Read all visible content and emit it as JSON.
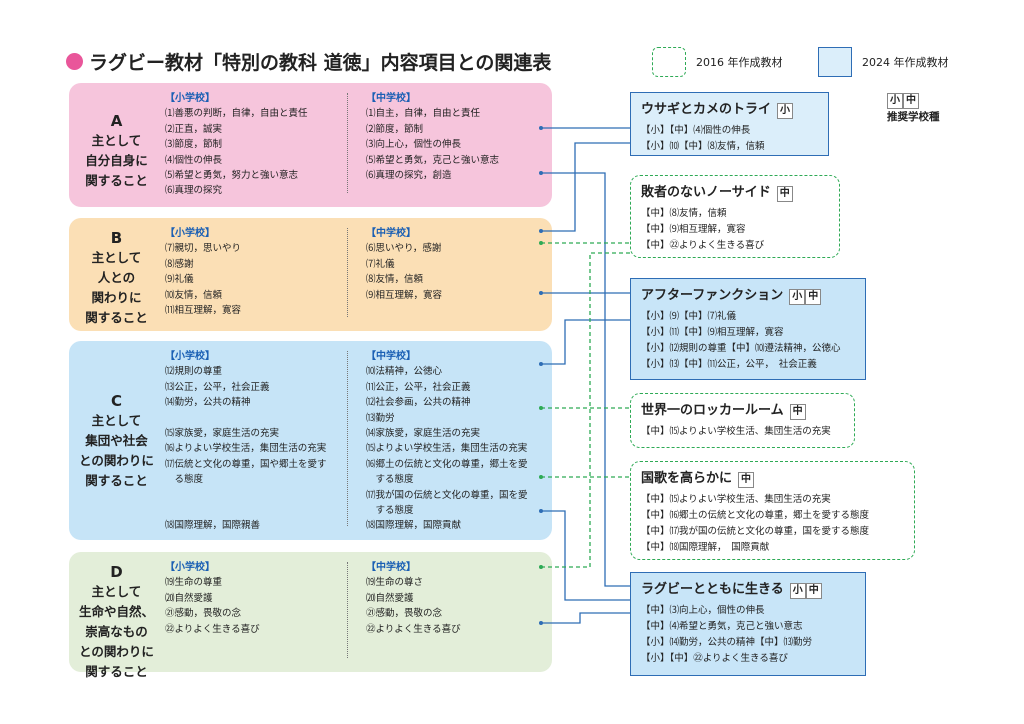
{
  "title": "ラグビー教材「特別の教科 道徳」内容項目との関連表",
  "legend": {
    "old": "2016 年作成教材",
    "new": "2024 年作成教材"
  },
  "recommend": {
    "tag1": "小",
    "tag2": "中",
    "label": "推奨学校種"
  },
  "categories": [
    {
      "letter": "A",
      "lines": [
        "主として",
        "自分自身に",
        "関すること"
      ],
      "elem_head": "【小学校】",
      "elem": [
        "⑴善悪の判断，自律，自由と責任",
        "⑵正直，誠実",
        "⑶節度，節制",
        "⑷個性の伸長",
        "⑸希望と勇気，努力と強い意志",
        "⑹真理の探究"
      ],
      "mid_head": "【中学校】",
      "mid": [
        "⑴自主，自律，自由と責任",
        "⑵節度，節制",
        "⑶向上心，個性の伸長",
        "⑸希望と勇気，克己と強い意志",
        "⑹真理の探究，創造"
      ]
    },
    {
      "letter": "B",
      "lines": [
        "主として",
        "人との",
        "関わりに",
        "関すること"
      ],
      "elem_head": "【小学校】",
      "elem": [
        "⑺親切，思いやり",
        "⑻感謝",
        "⑼礼儀",
        "⑽友情，信頼",
        "⑾相互理解，寛容"
      ],
      "mid_head": "【中学校】",
      "mid": [
        "⑹思いやり，感謝",
        "⑺礼儀",
        "⑻友情，信頼",
        "⑼相互理解，寛容"
      ]
    },
    {
      "letter": "C",
      "lines": [
        "主として",
        "集団や社会",
        "との関わりに",
        "関すること"
      ],
      "elem_head": "【小学校】",
      "elem": [
        "⑿規則の尊重",
        "⒀公正，公平，社会正義",
        "⒁勤労，公共の精神",
        "",
        "⒂家族愛，家庭生活の充実",
        "⒃よりよい学校生活，集団生活の充実",
        "⒄伝統と文化の尊重，国や郷土を愛す",
        "　る態度",
        "",
        "",
        "⒅国際理解，国際親善"
      ],
      "mid_head": "【中学校】",
      "mid": [
        "⑽法精神，公徳心",
        "⑾公正，公平，社会正義",
        "⑿社会参画，公共の精神",
        "⒀勤労",
        "⒁家族愛，家庭生活の充実",
        "⒂よりよい学校生活，集団生活の充実",
        "⒃郷土の伝統と文化の尊重，郷土を愛",
        "　する態度",
        "⒄我が国の伝統と文化の尊重，国を愛",
        "　する態度",
        "⒅国際理解，国際貢献"
      ]
    },
    {
      "letter": "D",
      "lines": [
        "主として",
        "生命や自然、",
        "崇高なもの",
        "との関わりに",
        "関すること"
      ],
      "elem_head": "【小学校】",
      "elem": [
        "⒆生命の尊重",
        "⒇自然愛護",
        "㉑感動，畏敬の念",
        "㉒よりよく生きる喜び"
      ],
      "mid_head": "【中学校】",
      "mid": [
        "⒆生命の尊さ",
        "⒇自然愛護",
        "㉑感動，畏敬の念",
        "㉒よりよく生きる喜び"
      ]
    }
  ],
  "materials": [
    {
      "title": "ウサギとカメのトライ",
      "tags": [
        "小"
      ],
      "items": [
        "【小】【中】⑷個性の伸長",
        "【小】⑽【中】⑻友情，信頼"
      ]
    },
    {
      "title": "敗者のないノーサイド",
      "tags": [
        "中"
      ],
      "items": [
        "【中】⑻友情，信頼",
        "【中】⑼相互理解，寛容",
        "【中】㉒よりよく生きる喜び"
      ]
    },
    {
      "title": "アフターファンクション",
      "tags": [
        "小",
        "中"
      ],
      "items": [
        "【小】⑼【中】⑺礼儀",
        "【小】⑾【中】⑼相互理解，寛容",
        "【小】⑿規則の尊重【中】⑽遵法精神，公徳心",
        "【小】⒀【中】⑾公正，公平，　社会正義"
      ]
    },
    {
      "title": "世界一のロッカールーム",
      "tags": [
        "中"
      ],
      "items": [
        "【中】⒂よりよい学校生活、集団生活の充実"
      ]
    },
    {
      "title": "国歌を高らかに",
      "tags": [
        "中"
      ],
      "items": [
        "【中】⒂よりよい学校生活、集団生活の充実",
        "【中】⒃郷土の伝統と文化の尊重，郷土を愛する態度",
        "【中】⒄我が国の伝統と文化の尊重，国を愛する態度",
        "【中】⒅国際理解，　国際貢献"
      ]
    },
    {
      "title": "ラグビーとともに生きる",
      "tags": [
        "小",
        "中"
      ],
      "items": [
        "【中】⑶向上心，個性の伸長",
        "【中】⑷希望と勇気，克己と強い意志",
        "【小】⒁勤労，公共の精神【中】⒀勤労",
        "【小】【中】㉒よりよく生きる喜び"
      ]
    }
  ],
  "colors": {
    "A": "#f6c5dc",
    "B": "#fbdfb5",
    "C": "#c6e4f7",
    "D": "#e3eed9",
    "line_new": "#2e6db5",
    "line_old": "#2eaa55"
  }
}
